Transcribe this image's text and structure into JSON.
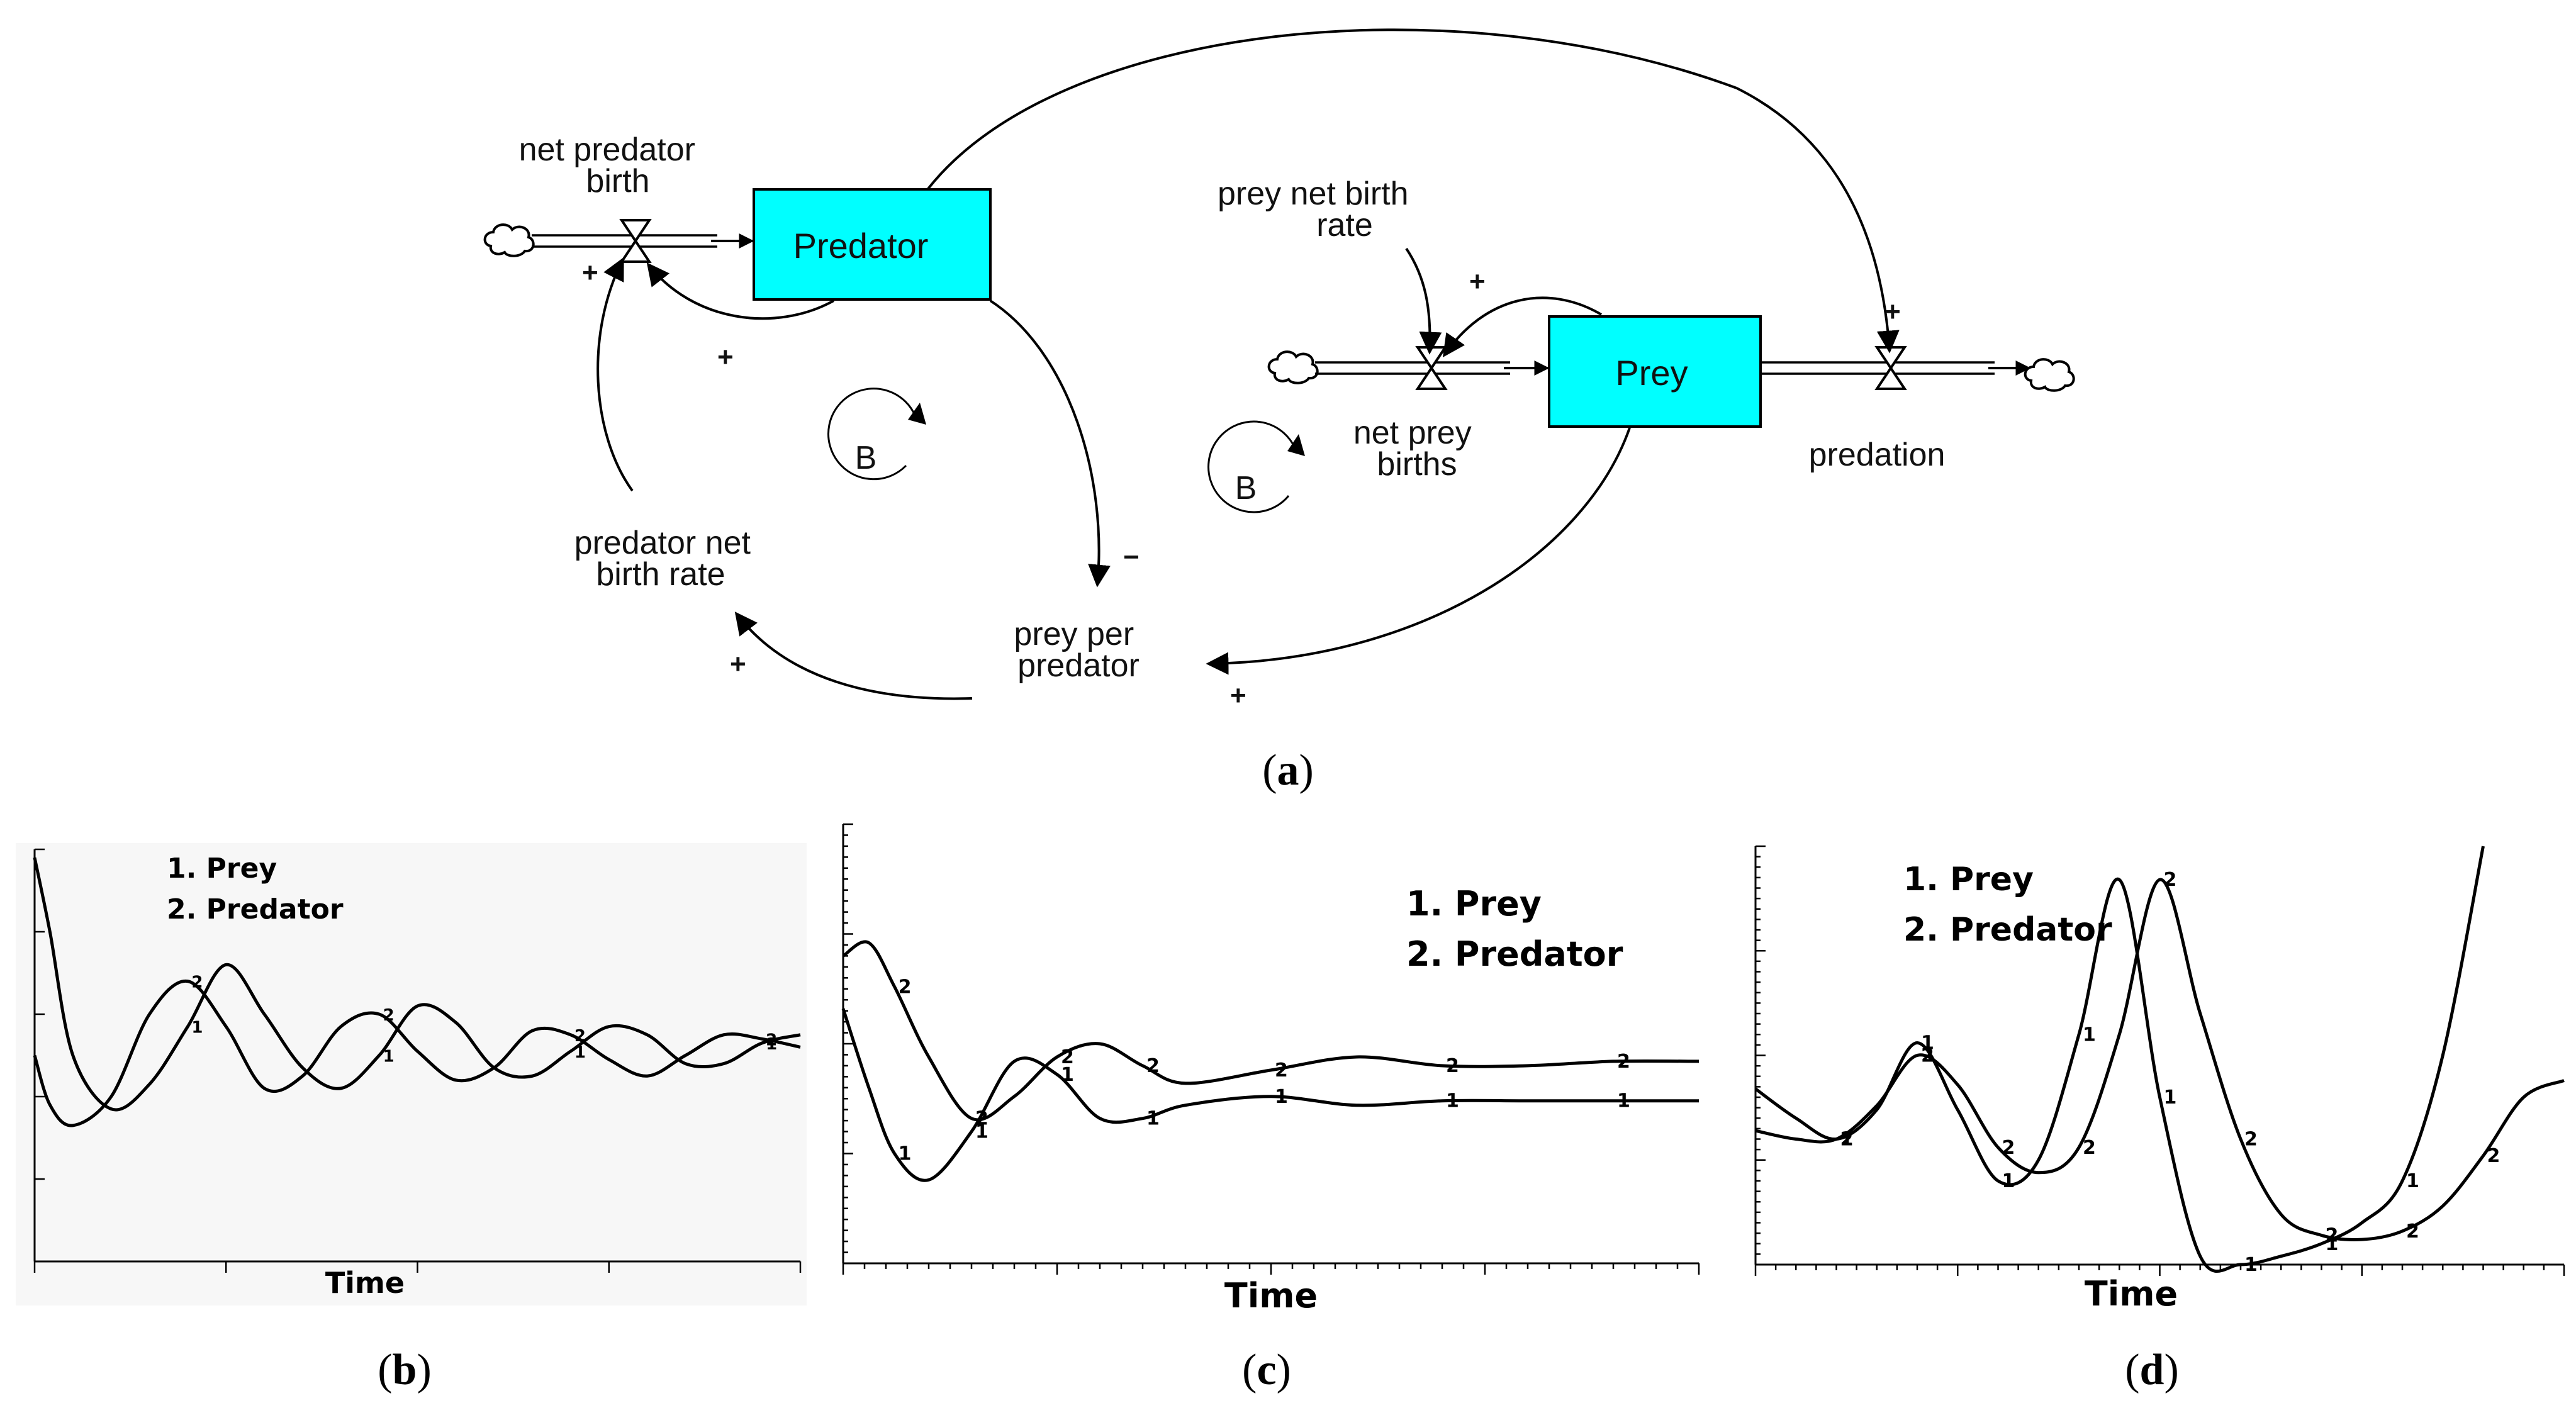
{
  "diagram": {
    "stocks": {
      "predator": "Predator",
      "prey": "Prey"
    },
    "flows": {
      "net_predator_birth": [
        "net predator",
        "birth"
      ],
      "net_prey_births": [
        "net prey",
        "births"
      ],
      "predation": "predation"
    },
    "auxiliaries": {
      "prey_net_birth_rate": [
        "prey net birth",
        "rate"
      ],
      "predator_net_birth_rate": [
        "predator net",
        "birth rate"
      ],
      "prey_per_predator": [
        "prey per",
        "predator"
      ]
    },
    "polarities": {
      "plus": "+",
      "minus": "−"
    },
    "loops": {
      "left": "B",
      "right": "B"
    },
    "colors": {
      "stock_fill": "#00ffff",
      "line": "#000000"
    },
    "icons": {
      "source": "cloud-icon",
      "sink": "cloud-icon",
      "valve": "valve-icon"
    }
  },
  "captions": {
    "a": "a",
    "b": "b",
    "c": "c",
    "d": "d"
  },
  "chart_data": [
    {
      "type": "line",
      "panel": "b",
      "xlabel": "Time",
      "legend": [
        "1. Prey",
        "2. Predator"
      ],
      "legend_placement": "top-left",
      "marker_labels": [
        "1",
        "2"
      ],
      "series": [
        {
          "name": "1. Prey",
          "marker": "1",
          "x": [
            0,
            0.02,
            0.05,
            0.1,
            0.15,
            0.2,
            0.25,
            0.3,
            0.35,
            0.4,
            0.45,
            0.5,
            0.55,
            0.6,
            0.65,
            0.7,
            0.75,
            0.8,
            0.85,
            0.9,
            0.95,
            1.0
          ],
          "y": [
            0.98,
            0.8,
            0.5,
            0.37,
            0.43,
            0.57,
            0.72,
            0.6,
            0.47,
            0.42,
            0.5,
            0.62,
            0.58,
            0.47,
            0.45,
            0.51,
            0.57,
            0.55,
            0.48,
            0.48,
            0.53,
            0.55
          ]
        },
        {
          "name": "2. Predator",
          "marker": "2",
          "x": [
            0,
            0.02,
            0.05,
            0.1,
            0.15,
            0.2,
            0.25,
            0.3,
            0.35,
            0.4,
            0.45,
            0.5,
            0.55,
            0.6,
            0.65,
            0.7,
            0.75,
            0.8,
            0.85,
            0.9,
            0.95,
            1.0
          ],
          "y": [
            0.5,
            0.38,
            0.33,
            0.4,
            0.6,
            0.68,
            0.57,
            0.42,
            0.45,
            0.57,
            0.6,
            0.51,
            0.44,
            0.47,
            0.56,
            0.55,
            0.49,
            0.45,
            0.5,
            0.55,
            0.54,
            0.52
          ]
        }
      ]
    },
    {
      "type": "line",
      "panel": "c",
      "xlabel": "Time",
      "legend": [
        "1. Prey",
        "2. Predator"
      ],
      "legend_placement": "top-right",
      "marker_labels": [
        "1",
        "2"
      ],
      "series": [
        {
          "name": "1. Prey",
          "marker": "1",
          "x": [
            0,
            0.03,
            0.06,
            0.1,
            0.15,
            0.2,
            0.25,
            0.3,
            0.35,
            0.4,
            0.5,
            0.6,
            0.7,
            0.8,
            0.9,
            1.0
          ],
          "y": [
            0.58,
            0.4,
            0.25,
            0.19,
            0.3,
            0.46,
            0.43,
            0.33,
            0.33,
            0.36,
            0.38,
            0.36,
            0.37,
            0.37,
            0.37,
            0.37
          ]
        },
        {
          "name": "2. Predator",
          "marker": "2",
          "x": [
            0,
            0.03,
            0.06,
            0.1,
            0.15,
            0.2,
            0.25,
            0.3,
            0.35,
            0.4,
            0.5,
            0.6,
            0.7,
            0.8,
            0.9,
            1.0
          ],
          "y": [
            0.7,
            0.73,
            0.63,
            0.47,
            0.33,
            0.38,
            0.47,
            0.5,
            0.45,
            0.41,
            0.44,
            0.47,
            0.45,
            0.45,
            0.46,
            0.46
          ]
        }
      ]
    },
    {
      "type": "line",
      "panel": "d",
      "xlabel": "Time",
      "legend": [
        "1. Prey",
        "2. Predator"
      ],
      "legend_placement": "top-left",
      "marker_labels": [
        "1",
        "2"
      ],
      "series": [
        {
          "name": "1. Prey",
          "marker": "1",
          "x": [
            0,
            0.05,
            0.1,
            0.15,
            0.2,
            0.25,
            0.3,
            0.35,
            0.4,
            0.45,
            0.5,
            0.55,
            0.6,
            0.65,
            0.7,
            0.75,
            0.8,
            0.85,
            0.9
          ],
          "y": [
            0.42,
            0.35,
            0.3,
            0.37,
            0.53,
            0.37,
            0.2,
            0.25,
            0.55,
            0.92,
            0.4,
            0.02,
            0.0,
            0.02,
            0.05,
            0.1,
            0.2,
            0.5,
            1.0
          ]
        },
        {
          "name": "2. Predator",
          "marker": "2",
          "x": [
            0,
            0.05,
            0.1,
            0.15,
            0.2,
            0.25,
            0.3,
            0.35,
            0.4,
            0.45,
            0.5,
            0.55,
            0.6,
            0.65,
            0.7,
            0.75,
            0.8,
            0.85,
            0.9,
            0.95,
            1.0
          ],
          "y": [
            0.32,
            0.3,
            0.3,
            0.38,
            0.5,
            0.43,
            0.28,
            0.22,
            0.28,
            0.55,
            0.92,
            0.6,
            0.3,
            0.12,
            0.07,
            0.06,
            0.08,
            0.14,
            0.26,
            0.4,
            0.44
          ]
        }
      ]
    }
  ]
}
